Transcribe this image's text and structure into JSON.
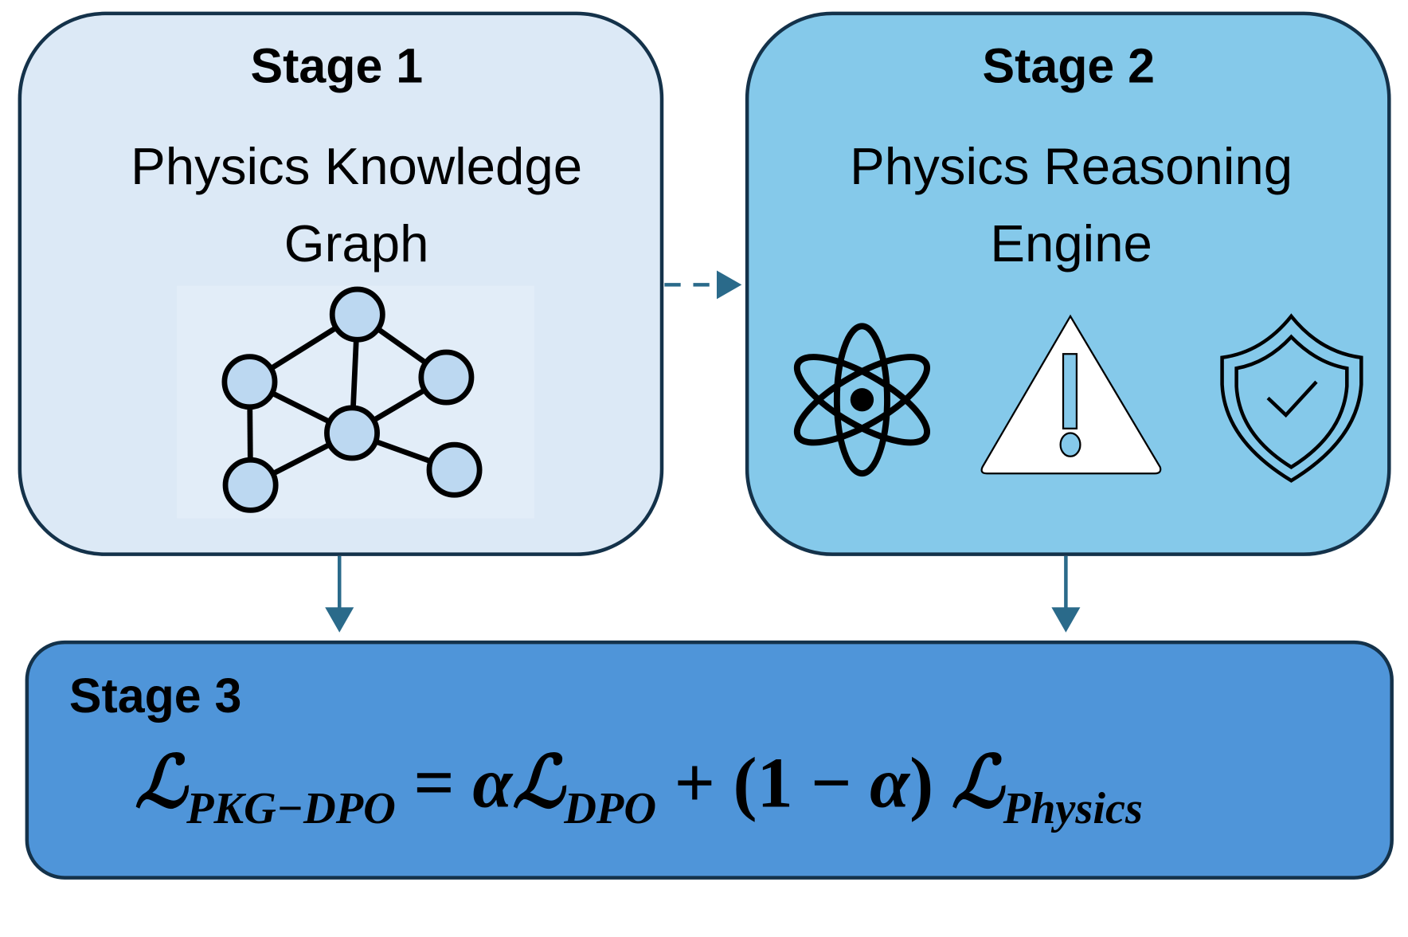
{
  "stage1": {
    "title": "Stage 1",
    "subtitle_line1": "Physics Knowledge",
    "subtitle_line2": "Graph",
    "icon": "knowledge-graph-icon"
  },
  "stage2": {
    "title": "Stage 2",
    "subtitle_line1": "Physics Reasoning",
    "subtitle_line2": "Engine",
    "icons": [
      "atom-icon",
      "warning-icon",
      "shield-check-icon"
    ]
  },
  "stage3": {
    "title": "Stage 3",
    "formula": {
      "L1": "ℒ",
      "sub1": "PKG−DPO",
      "eq": " = ",
      "alpha": "α",
      "L2": "ℒ",
      "sub2": "DPO",
      "plus": " + (",
      "one": "1",
      "minus": " − ",
      "alpha2": "α",
      "close": ") ",
      "L3": "ℒ",
      "sub3": "Physics"
    }
  },
  "colors": {
    "stage1_fill": "#dce9f6",
    "stage2_fill": "#85c9ea",
    "stage3_fill": "#4f95d9",
    "border": "#14324a",
    "arrow": "#2a6a8a"
  }
}
